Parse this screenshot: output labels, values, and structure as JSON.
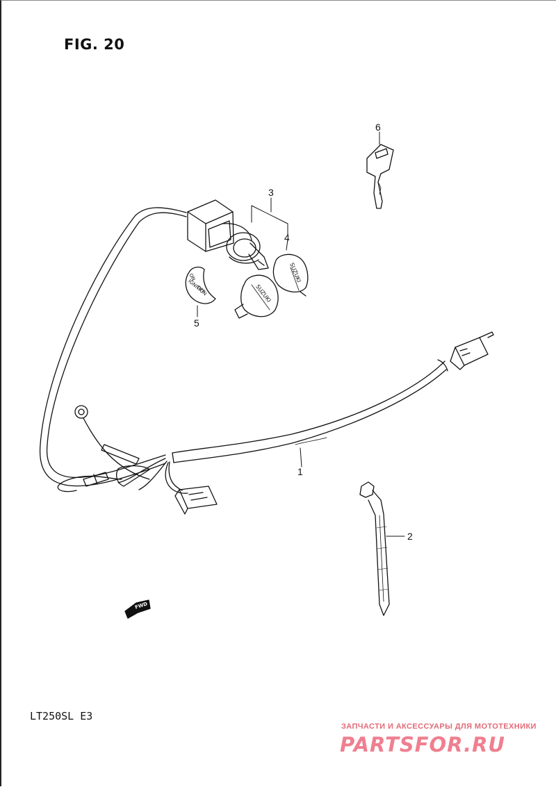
{
  "figure": {
    "title": "FIG. 20",
    "model": "LT250SL  E3"
  },
  "callouts": [
    {
      "id": "1",
      "label": "1"
    },
    {
      "id": "2",
      "label": "2"
    },
    {
      "id": "3",
      "label": "3"
    },
    {
      "id": "4",
      "label": "4"
    },
    {
      "id": "5",
      "label": "5"
    },
    {
      "id": "6",
      "label": "6"
    }
  ],
  "engraved_text": {
    "ignition_plate": [
      "ON",
      "OFF",
      "IGNITION"
    ],
    "key_brand": "SUZUKI",
    "direction_arrow": "FWD"
  },
  "watermark": {
    "tagline": "ЗАПЧАСТИ И АКСЕССУАРЫ ДЛЯ МОТОТЕХНИКИ",
    "logo": "PARTSFOR.RU",
    "color": "#ef7f8f"
  }
}
